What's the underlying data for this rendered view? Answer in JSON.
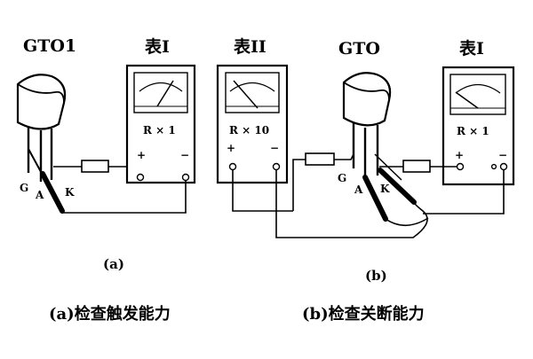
{
  "circuit_a": {
    "device_label": "GTO1",
    "meter_label": "表I",
    "meter_range": "R × 1",
    "plus": "+",
    "minus": "−",
    "pin_g": "G",
    "pin_a": "A",
    "pin_k": "K",
    "sublabel": "(a)",
    "caption": "(a)检查触发能力"
  },
  "circuit_b": {
    "meter2_label": "表II",
    "meter2_range": "R × 10",
    "meter2_plus": "+",
    "meter2_minus": "−",
    "device_label": "GTO",
    "meter1_label": "表I",
    "meter1_range": "R × 1",
    "meter1_plus": "+",
    "meter1_minus": "−",
    "pin_g": "G",
    "pin_a": "A",
    "pin_k": "K",
    "sublabel": "(b)",
    "caption": "(b)检查关断能力"
  }
}
